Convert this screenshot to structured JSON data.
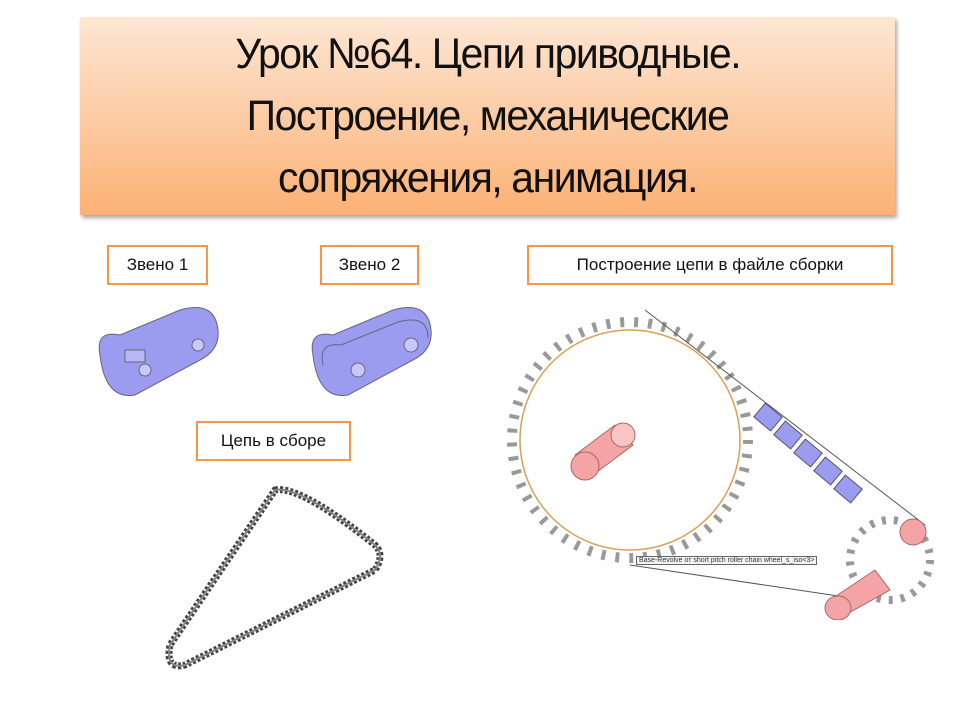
{
  "title": {
    "lines": [
      "Урок №64. Цепи приводные.",
      "Построение, механические",
      "сопряжения, анимация."
    ]
  },
  "labels": {
    "link1": "Звено 1",
    "link2": "Звено 2",
    "chain": "Цепь в сборе",
    "assembly": "Построение цепи в файле сборки"
  },
  "tooltip": "Base-Revolve от short pitch roller chain wheel_s_iso<3>",
  "colors": {
    "accent": "#f79646",
    "link": "#9999ee",
    "shaft": "#f4a4a4"
  }
}
